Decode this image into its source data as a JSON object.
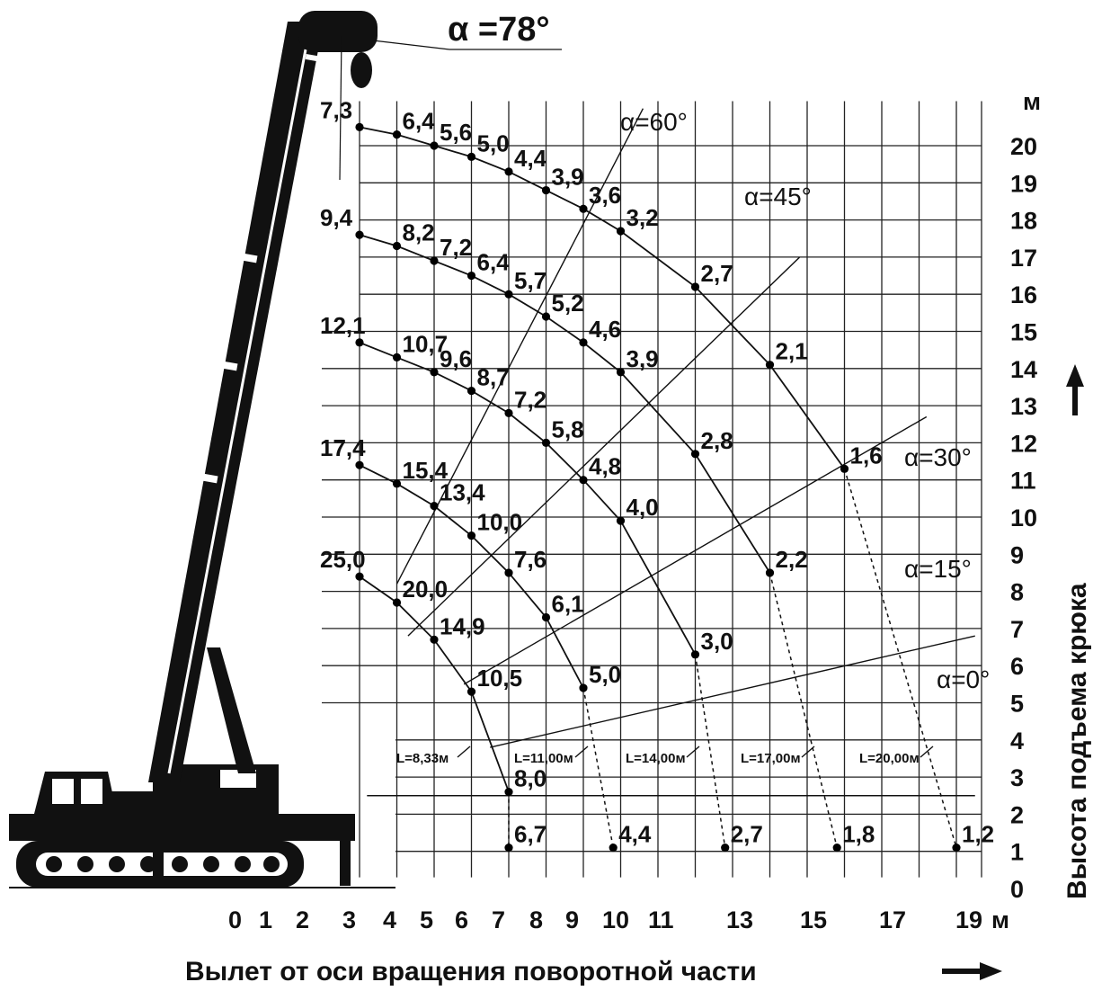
{
  "chart_data": {
    "type": "line",
    "top_angle_label": "α =78°",
    "ylabel": "Высота подъема крюка",
    "xlabel": "Вылет от оси вращения поворотной части",
    "y_unit": "м",
    "x_unit": "м",
    "x_tick_labels": [
      "0",
      "1",
      "2",
      "3",
      "4",
      "5",
      "6",
      "7",
      "8",
      "9",
      "10",
      "11",
      "13",
      "15",
      "17",
      "19"
    ],
    "y_tick_labels": [
      "0",
      "1",
      "2",
      "3",
      "4",
      "5",
      "6",
      "7",
      "8",
      "9",
      "10",
      "11",
      "12",
      "13",
      "14",
      "15",
      "16",
      "17",
      "18",
      "19",
      "20"
    ],
    "xlim": [
      0,
      19
    ],
    "ylim": [
      0,
      20
    ],
    "series": [
      {
        "name": "L=8,33м",
        "points": [
          {
            "x": 3.0,
            "y": 8.4,
            "label": "25,0"
          },
          {
            "x": 4.0,
            "y": 7.7,
            "label": "20,0"
          },
          {
            "x": 5.0,
            "y": 6.7,
            "label": "14,9"
          },
          {
            "x": 6.0,
            "y": 5.3,
            "label": "10,5"
          },
          {
            "x": 7.0,
            "y": 2.6,
            "label": "8,0"
          },
          {
            "x": 7.0,
            "y": 1.1,
            "label": "6,7"
          }
        ]
      },
      {
        "name": "L=11,00м",
        "points": [
          {
            "x": 3.0,
            "y": 11.4,
            "label": "17,4"
          },
          {
            "x": 4.0,
            "y": 10.9,
            "label": "15,4"
          },
          {
            "x": 5.0,
            "y": 10.3,
            "label": "13,4"
          },
          {
            "x": 6.0,
            "y": 9.5,
            "label": "10,0"
          },
          {
            "x": 7.0,
            "y": 8.5,
            "label": "7,6"
          },
          {
            "x": 8.0,
            "y": 7.3,
            "label": "6,1"
          },
          {
            "x": 9.0,
            "y": 5.4,
            "label": "5,0"
          },
          {
            "x": 9.8,
            "y": 1.1,
            "label": "4,4"
          }
        ]
      },
      {
        "name": "L=14,00м",
        "points": [
          {
            "x": 3.0,
            "y": 14.7,
            "label": "12,1"
          },
          {
            "x": 4.0,
            "y": 14.3,
            "label": "10,7"
          },
          {
            "x": 5.0,
            "y": 13.9,
            "label": "9,6"
          },
          {
            "x": 6.0,
            "y": 13.4,
            "label": "8,7"
          },
          {
            "x": 7.0,
            "y": 12.8,
            "label": "7,2"
          },
          {
            "x": 8.0,
            "y": 12.0,
            "label": "5,8"
          },
          {
            "x": 9.0,
            "y": 11.0,
            "label": "4,8"
          },
          {
            "x": 10.0,
            "y": 9.9,
            "label": "4,0"
          },
          {
            "x": 12.0,
            "y": 6.3,
            "label": "3,0"
          },
          {
            "x": 12.8,
            "y": 1.1,
            "label": "2,7"
          }
        ]
      },
      {
        "name": "L=17,00м",
        "points": [
          {
            "x": 3.0,
            "y": 17.6,
            "label": "9,4"
          },
          {
            "x": 4.0,
            "y": 17.3,
            "label": "8,2"
          },
          {
            "x": 5.0,
            "y": 16.9,
            "label": "7,2"
          },
          {
            "x": 6.0,
            "y": 16.5,
            "label": "6,4"
          },
          {
            "x": 7.0,
            "y": 16.0,
            "label": "5,7"
          },
          {
            "x": 8.0,
            "y": 15.4,
            "label": "5,2"
          },
          {
            "x": 9.0,
            "y": 14.7,
            "label": "4,6"
          },
          {
            "x": 10.0,
            "y": 13.9,
            "label": "3,9"
          },
          {
            "x": 12.0,
            "y": 11.7,
            "label": "2,8"
          },
          {
            "x": 14.0,
            "y": 8.5,
            "label": "2,2"
          },
          {
            "x": 15.8,
            "y": 1.1,
            "label": "1,8"
          }
        ]
      },
      {
        "name": "L=20,00м",
        "points": [
          {
            "x": 3.0,
            "y": 20.5,
            "label": "7,3"
          },
          {
            "x": 4.0,
            "y": 20.3,
            "label": "6,4"
          },
          {
            "x": 5.0,
            "y": 20.0,
            "label": "5,6"
          },
          {
            "x": 6.0,
            "y": 19.7,
            "label": "5,0"
          },
          {
            "x": 7.0,
            "y": 19.3,
            "label": "4,4"
          },
          {
            "x": 8.0,
            "y": 18.8,
            "label": "3,9"
          },
          {
            "x": 9.0,
            "y": 18.3,
            "label": "3,6"
          },
          {
            "x": 10.0,
            "y": 17.7,
            "label": "3,2"
          },
          {
            "x": 12.0,
            "y": 16.2,
            "label": "2,7"
          },
          {
            "x": 14.0,
            "y": 14.1,
            "label": "2,1"
          },
          {
            "x": 16.0,
            "y": 11.3,
            "label": "1,6"
          },
          {
            "x": 19.0,
            "y": 1.1,
            "label": "1,2"
          }
        ]
      }
    ],
    "angle_lines": [
      {
        "label": "α=60°",
        "angle_deg": 60
      },
      {
        "label": "α=45°",
        "angle_deg": 45
      },
      {
        "label": "α=30°",
        "angle_deg": 30
      },
      {
        "label": "α=15°",
        "angle_deg": 15
      },
      {
        "label": "α=0°",
        "angle_deg": 0
      }
    ]
  }
}
